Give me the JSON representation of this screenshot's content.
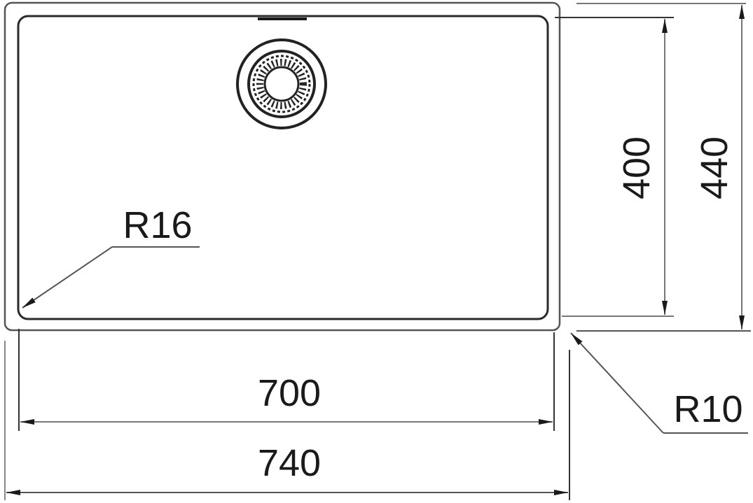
{
  "diagram": {
    "type": "technical-drawing",
    "subject": "undermount sink bowl top view",
    "colors": {
      "background": "#ffffff",
      "line": "#2a2a2a",
      "dimension_line": "#555555",
      "text": "#1a1a1a"
    },
    "dimensions": {
      "inner_width": "700",
      "outer_width": "740",
      "inner_height": "400",
      "outer_height": "440",
      "inner_corner_radius": "R16",
      "outer_corner_radius": "R10"
    },
    "features": [
      {
        "name": "drain-strainer",
        "label": ""
      },
      {
        "name": "overflow-slot",
        "label": ""
      }
    ]
  }
}
